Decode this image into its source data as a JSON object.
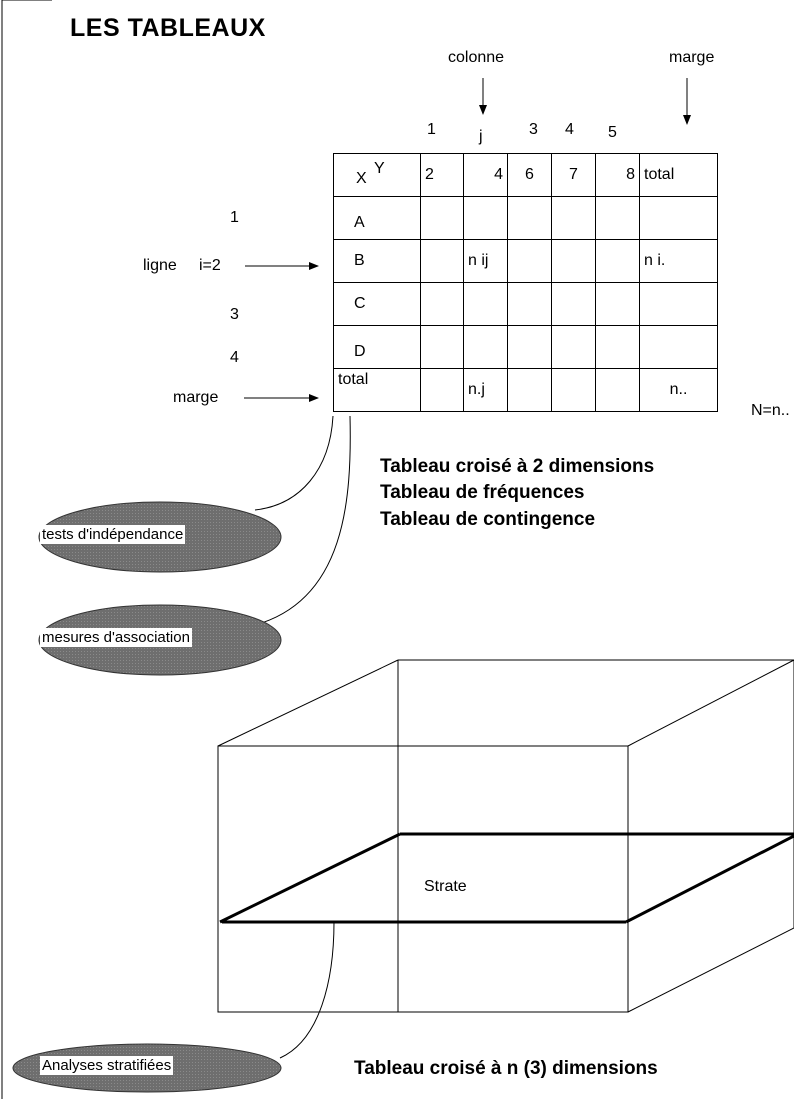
{
  "title": "LES  TABLEAUX",
  "top_labels": {
    "colonne": "colonne",
    "marge_top": "marge"
  },
  "column_indices": [
    "1",
    "j",
    "3",
    "4",
    "5"
  ],
  "row_indices": [
    "1",
    "3",
    "4"
  ],
  "left_labels": {
    "ligne": "ligne",
    "i_label": "i=2",
    "marge_left": "marge"
  },
  "table": {
    "corner_x": "X",
    "corner_y": "Y",
    "header": [
      "2",
      "4",
      "6",
      "7",
      "8",
      "total"
    ],
    "rows": [
      {
        "label": "A",
        "cells": [
          "",
          "",
          "",
          "",
          "",
          ""
        ]
      },
      {
        "label": "B",
        "cells": [
          "",
          "n ij",
          "",
          "",
          "",
          "n i."
        ]
      },
      {
        "label": "C",
        "cells": [
          "",
          "",
          "",
          "",
          "",
          ""
        ]
      },
      {
        "label": "D",
        "cells": [
          "",
          "",
          "",
          "",
          "",
          ""
        ]
      },
      {
        "label": "total",
        "cells": [
          "",
          "n.j",
          "",
          "",
          "",
          "n.."
        ]
      }
    ]
  },
  "n_total": "N=n..",
  "caption_2d": [
    "Tableau croisé  à 2 dimensions",
    "Tableau de fréquences",
    "Tableau de contingence"
  ],
  "ellipses": [
    "tests d'indépendance",
    "mesures d'association",
    "Analyses stratifiées"
  ],
  "strate_label": "Strate",
  "caption_3d": "Tableau croisé  à n (3) dimensions"
}
